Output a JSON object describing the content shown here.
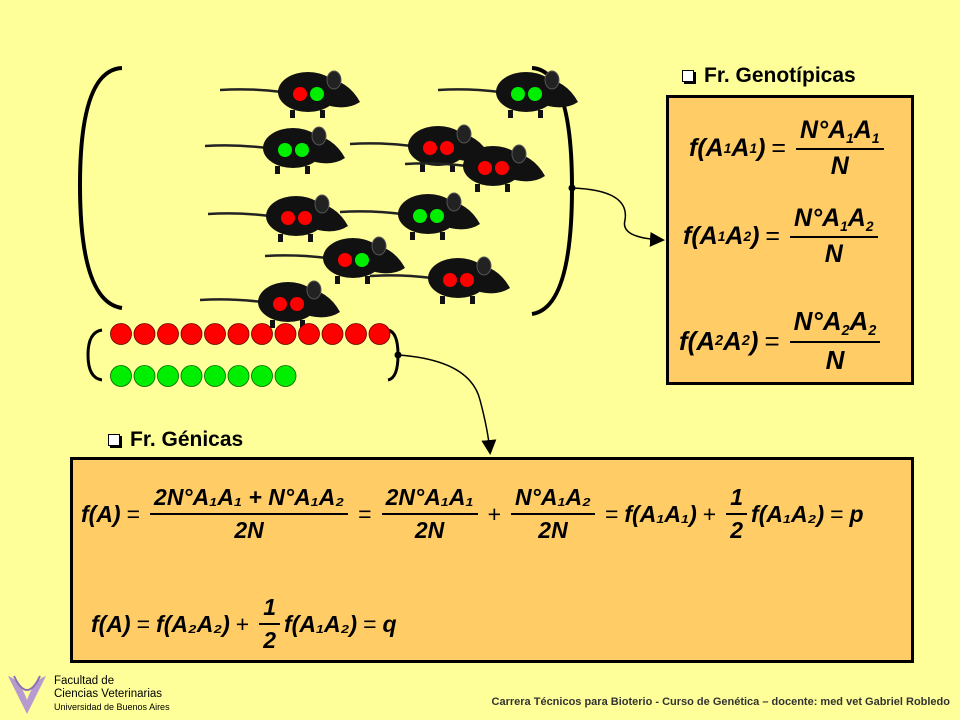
{
  "genotypic": {
    "title": "Fr. Genotípicas",
    "eq1": {
      "lhs": "f(A",
      "a": "1",
      "b": "A",
      "c": "1",
      "num": "N°A",
      "n1": "1",
      "n2": "A",
      "n3": "1",
      "den": "N"
    },
    "eq2": {
      "lhs": "f(A",
      "a": "1",
      "b": "A",
      "c": "2",
      "num": "N°A",
      "n1": "1",
      "n2": "A",
      "n3": "2",
      "den": "N"
    },
    "eq3": {
      "lhs": "f(A",
      "a": "2",
      "b": "A",
      "c": "2",
      "num": "N°A",
      "n1": "2",
      "n2": "A",
      "n3": "2",
      "den": "N"
    }
  },
  "genic": {
    "title": "Fr. Génicas",
    "line1": {
      "lhs": "f(A)",
      "frac1_num": "2N°A₁A₁ + N°A₁A₂",
      "frac1_den": "2N",
      "frac2_num": "2N°A₁A₁",
      "frac2_den": "2N",
      "frac3_num": "N°A₁A₂",
      "frac3_den": "2N",
      "term1": "f(A₁A₁)",
      "half_num": "1",
      "half_den": "2",
      "term2": "f(A₁A₂)",
      "result": "p"
    },
    "line2": {
      "lhs": "f(A)",
      "term1": "f(A₂A₂)",
      "half_num": "1",
      "half_den": "2",
      "term2": "f(A₁A₂)",
      "result": "q"
    }
  },
  "alleles": {
    "red_count": 12,
    "green_count": 8,
    "red_color": "#FF0000",
    "green_color": "#00EE00"
  },
  "mice": [
    {
      "genotype": "red-green"
    },
    {
      "genotype": "green-green"
    },
    {
      "genotype": "green-green"
    },
    {
      "genotype": "red-red"
    },
    {
      "genotype": "red-red"
    },
    {
      "genotype": "red-red"
    },
    {
      "genotype": "green-green"
    },
    {
      "genotype": "red-green"
    },
    {
      "genotype": "red-red"
    },
    {
      "genotype": "red-red"
    }
  ],
  "logo": {
    "line1": "Facultad de",
    "line2": "Ciencias Veterinarias",
    "line3": "Universidad de Buenos Aires"
  },
  "footer": "Carrera Técnicos para Bioterio - Curso de Genética – docente: med vet Gabriel Robledo"
}
